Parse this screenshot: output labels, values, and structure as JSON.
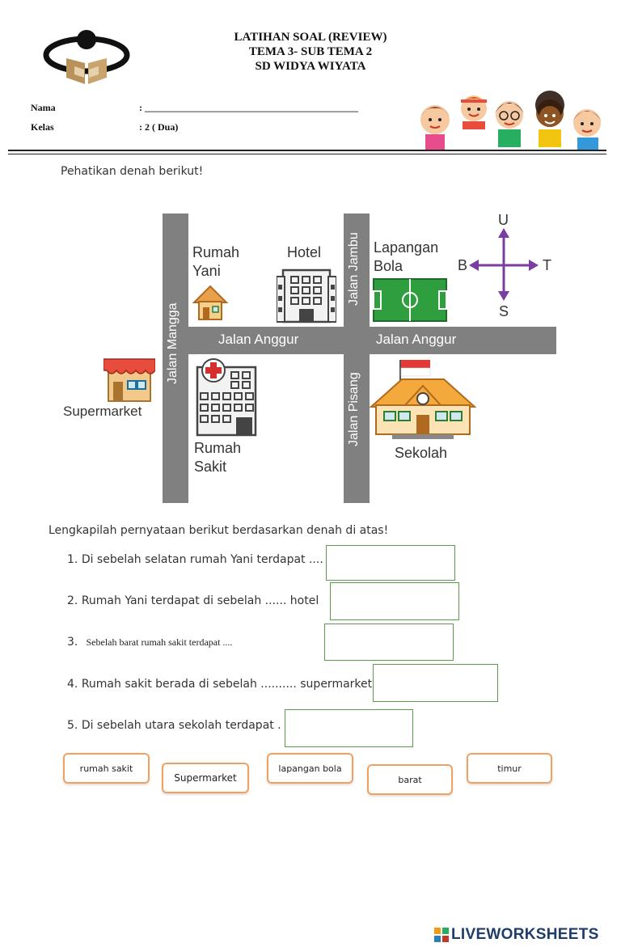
{
  "header": {
    "title_line1": "LATIHAN SOAL (REVIEW)",
    "title_line2": "TEMA 3- SUB TEMA 2",
    "title_line3": "SD WIDYA WIYATA",
    "nama_label": "Nama",
    "nama_value": ": ____________________________________________",
    "kelas_label": "Kelas",
    "kelas_value": ": 2 ( Dua)"
  },
  "instruction1": "Pehatikan denah berikut!",
  "map": {
    "roads": {
      "mangga": "Jalan Mangga",
      "jambu": "Jalan Jambu",
      "pisang": "Jalan Pisang",
      "anggur_left": "Jalan Anggur",
      "anggur_right": "Jalan Anggur"
    },
    "places": {
      "rumah_yani_1": "Rumah",
      "rumah_yani_2": "Yani",
      "hotel": "Hotel",
      "lapangan_1": "Lapangan",
      "lapangan_2": "Bola",
      "supermarket": "Supermarket",
      "rumah_sakit_1": "Rumah",
      "rumah_sakit_2": "Sakit",
      "sekolah": "Sekolah"
    },
    "compass": {
      "north": "U",
      "south": "S",
      "west": "B",
      "east": "T"
    }
  },
  "instruction2": "Lengkapilah pernyataan berikut berdasarkan denah di atas!",
  "questions": [
    {
      "num": "1.",
      "text": "Di sebelah selatan rumah Yani terdapat ...."
    },
    {
      "num": "2.",
      "text": "Rumah Yani terdapat di sebelah ...... hotel"
    },
    {
      "num": "3.",
      "text": "Sebelah barat rumah sakit terdapat ...."
    },
    {
      "num": "4.",
      "text": "Rumah sakit berada di sebelah .......... supermarket"
    },
    {
      "num": "5.",
      "text": "Di sebelah utara sekolah terdapat ."
    }
  ],
  "options": [
    "rumah sakit",
    "Supermarket",
    "lapangan bola",
    "barat",
    "timur"
  ],
  "footer": {
    "brand": "LIVEWORKSHEETS"
  },
  "colors": {
    "road": "#808080",
    "answer_border": "#5a9a4a",
    "chip_border": "#f0a060",
    "compass": "#7a3ea0"
  }
}
